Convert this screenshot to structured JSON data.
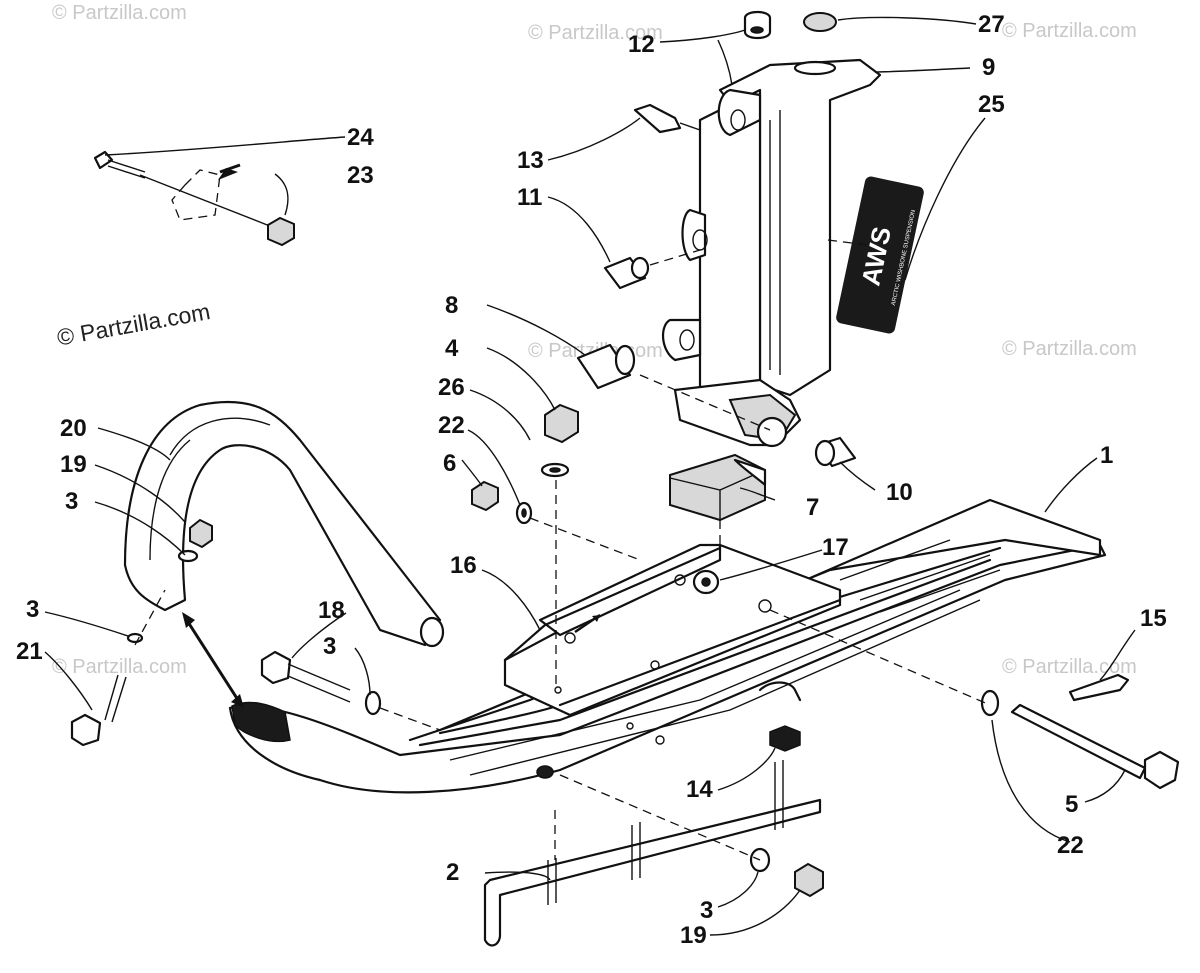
{
  "watermark_text": "© Partzilla.com",
  "decal": {
    "logo": "AWS",
    "subtitle": "ARCTIC WISHBONE SUSPENSION"
  },
  "callouts": {
    "c1": "1",
    "c2": "2",
    "c3a": "3",
    "c3b": "3",
    "c3c": "3",
    "c3d": "3",
    "c4": "4",
    "c5": "5",
    "c6": "6",
    "c7": "7",
    "c8": "8",
    "c9": "9",
    "c10": "10",
    "c11": "11",
    "c12": "12",
    "c13": "13",
    "c14": "14",
    "c15": "15",
    "c16": "16",
    "c17": "17",
    "c18": "18",
    "c19a": "19",
    "c19b": "19",
    "c20": "20",
    "c21": "21",
    "c22a": "22",
    "c22b": "22",
    "c23": "23",
    "c24": "24",
    "c25": "25",
    "c26": "26",
    "c27": "27"
  },
  "colors": {
    "line": "#111111",
    "watermark": "#c8c8c8",
    "decal_bg": "#1a1a1a"
  }
}
